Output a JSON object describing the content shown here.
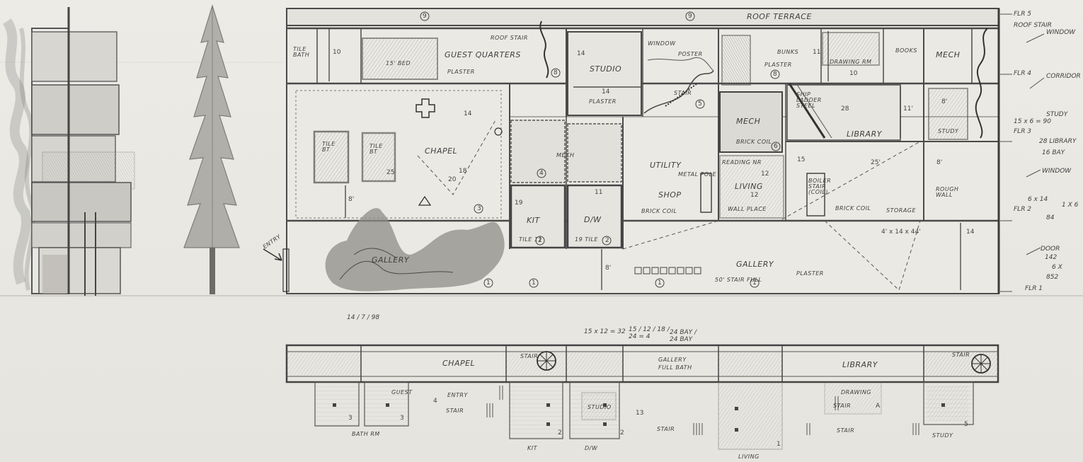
{
  "section": {
    "roof_terrace": "ROOF TERRACE",
    "circled_9_left": "9",
    "circled_9_right": "9",
    "tile_bath": "TILE BATH",
    "dim_10": "10",
    "guest_quarters": "GUEST QUARTERS",
    "roof_stair": "ROOF STAIR",
    "bed_15": "15' BED",
    "plaster_top": "PLASTER",
    "circled_8_a": "8",
    "studio": "STUDIO",
    "dim_14_studio": "14",
    "dim_14_plaster": "14",
    "plaster_studio": "PLASTER",
    "window": "WINDOW",
    "poster": "POSTER",
    "bunks": "BUNKS",
    "plaster_bunks": "PLASTER",
    "circled_8_b": "8",
    "dim_11_bunks": "11",
    "drawing_rm": "DRAWING RM",
    "dim_10_drawing": "10",
    "books": "BOOKS",
    "mech_top": "MECH",
    "stair_mid": "STAIR",
    "circled_5": "5",
    "ship_ladder": "SHIP LADDER STEEL",
    "dim_28": "28",
    "dim_11_library": "11'",
    "library": "LIBRARY",
    "mech_mid": "MECH",
    "brick_coil": "BRICK COIL",
    "circled_6": "6",
    "dim_14_chapel": "14",
    "chapel": "CHAPEL",
    "tile_bt_1": "TILE BT",
    "tile_bt_2": "TILE BT",
    "dim_18": "18",
    "dim_20": "20",
    "dim_25": "25",
    "dim_8_left": "8'",
    "circled_4": "4",
    "mech_closet": "MECH",
    "utility": "UTILITY",
    "metal_pole": "METAL POLE",
    "shop": "SHOP",
    "brick_coil_shop": "BRICK COIL",
    "reading_nr": "READING NR",
    "dim_12_living": "12",
    "living": "LIVING",
    "dim_12b": "12",
    "wall_place": "WALL PLACE",
    "dim_15": "15",
    "boiler_stair": "BOILER STAIR (COIL)",
    "dim_25_right": "25'",
    "brick_coil_right": "BRICK COIL",
    "storage": "STORAGE",
    "dim_8_right": "8'",
    "rough_wall": "ROUGH WALL",
    "circled_3": "3",
    "kit": "KIT",
    "tile_11": "TILE 11",
    "circled_2a": "2",
    "dim_19": "19",
    "dw": "D/W",
    "dim_11_dw": "11",
    "tile_19": "19 TILE",
    "circled_2b": "2",
    "dim_8_gallery": "8'",
    "gallery_left": "GALLERY",
    "gallery_mid": "GALLERY",
    "plaster_gallery": "PLASTER",
    "stair_full": "50' STAIR FULL",
    "circled_1a": "1",
    "circled_1b": "1",
    "circled_1c": "1",
    "circled_1d": "1",
    "dim_4x14x44": "4' x 14 x 44'",
    "dim_14_lower": "14",
    "study": "STUDY",
    "dim_8_study": "8'",
    "room_label_entry": "ENTRY",
    "math_top": "14 / 7 / 98",
    "math_mid1": "15 x 12 = 32",
    "math_mid2": "15 / 12 / 18 / 24 = 4",
    "math_mid3": "24 BAY / 24 BAY"
  },
  "right_notes": {
    "flr5": "FLR 5",
    "roof_stair": "ROOF STAIR",
    "window": "WINDOW",
    "flr4": "FLR 4",
    "corridor": "CORRIDOR",
    "math1": "15 x 6 = 90",
    "flr3": "FLR 3",
    "study": "STUDY",
    "math2": "28 LIBRARY",
    "math3": "16 BAY",
    "window2": "WINDOW",
    "math4": "6 x 14",
    "flr2": "FLR 2",
    "math5": "84",
    "door": "DOOR",
    "math6": "1 X 6",
    "math7": "142",
    "math8": "6 X",
    "math9": "852",
    "flr1": "FLR 1"
  },
  "plan": {
    "chapel": "CHAPEL",
    "stair_left": "STAIR",
    "gallery": "GALLERY",
    "full_bath": "FULL BATH",
    "library": "LIBRARY",
    "stair_right": "STAIR",
    "guest": "GUEST",
    "entry": "ENTRY",
    "stair_a": "STAIR",
    "studio": "STUDIO",
    "stair_b": "STAIR",
    "drawing": "DRAWING",
    "stair_c": "STAIR",
    "stair_d": "STAIR",
    "bath_rm": "BATH RM",
    "kit": "KIT",
    "dw": "D/W",
    "living": "LIVING",
    "study": "STUDY",
    "n3": "3",
    "n3b": "3",
    "n2a": "2",
    "n2b": "2",
    "n1": "1",
    "n4": "4",
    "n13": "13",
    "n5": "5",
    "n_a": "A"
  },
  "left_elev": {
    "note": ""
  }
}
